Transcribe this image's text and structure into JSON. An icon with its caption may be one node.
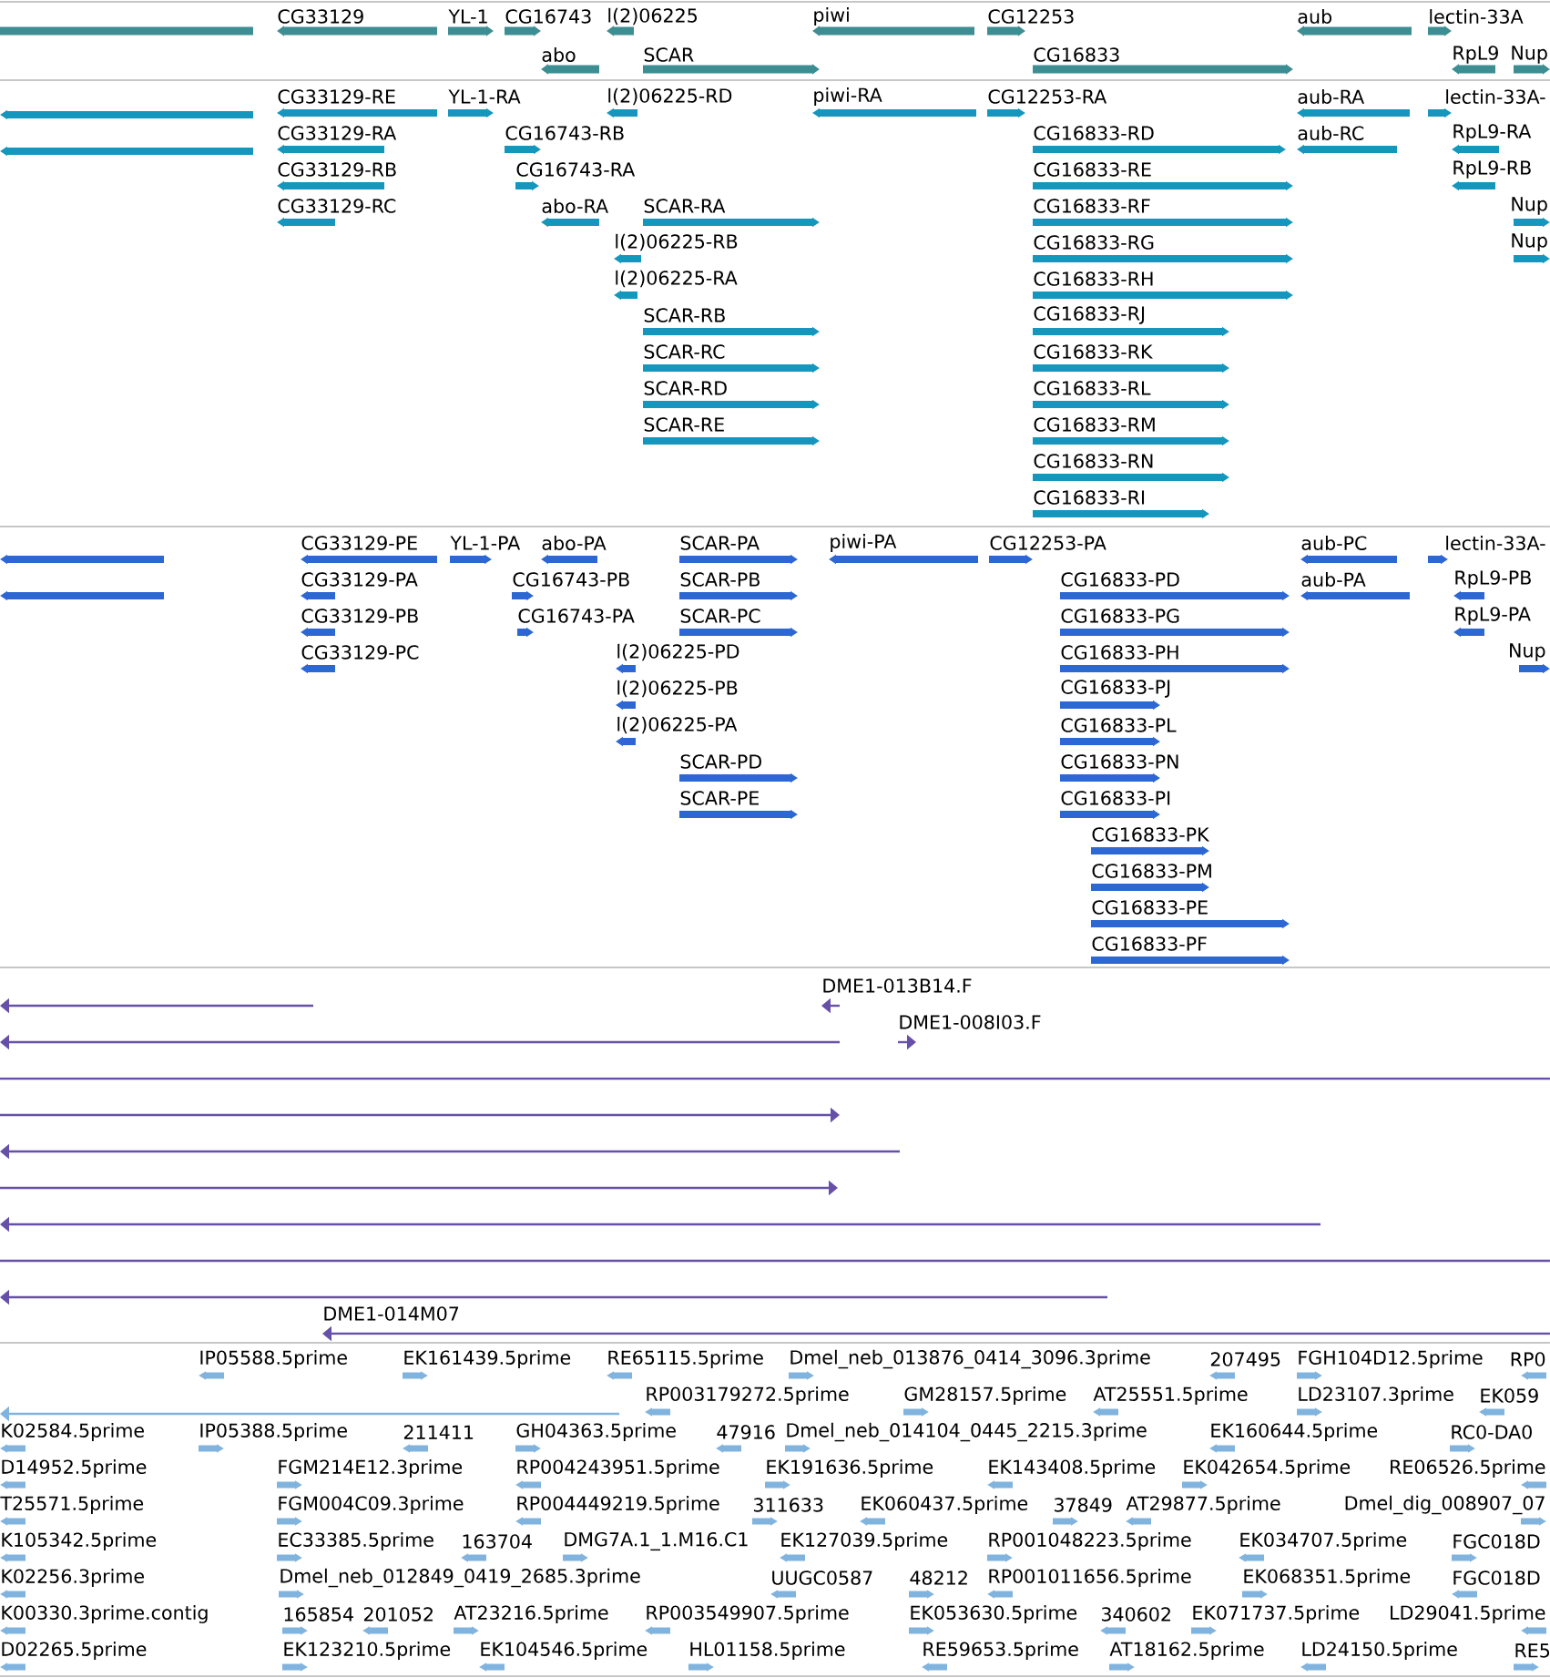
{
  "diagram": {
    "labels": [
      "CG33129",
      "YL-1",
      "CG16743",
      "l(2)06225",
      "piwi",
      "CG12253",
      "aub",
      "lectin-33A",
      "abo",
      "SCAR",
      "CG16833",
      "RpL9",
      "Nup",
      "CG33129-RE",
      "YL-1-RA",
      "l(2)06225-RD",
      "piwi-RA",
      "CG12253-RA",
      "aub-RA",
      "lectin-33A-",
      "CG33129-RA",
      "CG16743-RB",
      "CG16833-RD",
      "aub-RC",
      "RpL9-RA",
      "CG33129-RB",
      "CG16743-RA",
      "CG16833-RE",
      "RpL9-RB",
      "CG33129-RC",
      "abo-RA",
      "SCAR-RA",
      "CG16833-RF",
      "Nup",
      "l(2)06225-RB",
      "CG16833-RG",
      "Nup",
      "l(2)06225-RA",
      "CG16833-RH",
      "SCAR-RB",
      "CG16833-RJ",
      "SCAR-RC",
      "CG16833-RK",
      "SCAR-RD",
      "CG16833-RL",
      "SCAR-RE",
      "CG16833-RM",
      "CG16833-RN",
      "CG16833-RI",
      "CG33129-PE",
      "YL-1-PA",
      "abo-PA",
      "SCAR-PA",
      "piwi-PA",
      "CG12253-PA",
      "aub-PC",
      "lectin-33A-",
      "CG33129-PA",
      "CG16743-PB",
      "SCAR-PB",
      "CG16833-PD",
      "aub-PA",
      "RpL9-PB",
      "CG33129-PB",
      "CG16743-PA",
      "SCAR-PC",
      "CG16833-PG",
      "RpL9-PA",
      "CG33129-PC",
      "l(2)06225-PD",
      "CG16833-PH",
      "Nup",
      "l(2)06225-PB",
      "CG16833-PJ",
      "l(2)06225-PA",
      "CG16833-PL",
      "SCAR-PD",
      "CG16833-PN",
      "SCAR-PE",
      "CG16833-PI",
      "CG16833-PK",
      "CG16833-PM",
      "CG16833-PE",
      "CG16833-PF",
      "DME1-013B14.F",
      "DME1-008I03.F",
      "DME1-014M07",
      "IP05588.5prime",
      "EK161439.5prime",
      "RE65115.5prime",
      "Dmel_neb_013876_0414_3096.3prime",
      "207495",
      "FGH104D12.5prime",
      "RP0",
      "RP003179272.5prime",
      "GM28157.5prime",
      "AT25551.5prime",
      "LD23107.3prime",
      "EK059",
      "K02584.5prime",
      "IP05388.5prime",
      "211411",
      "GH04363.5prime",
      "47916",
      "Dmel_neb_014104_0445_2215.3prime",
      "EK160644.5prime",
      "RC0-DA0",
      "D14952.5prime",
      "FGM214E12.3prime",
      "RP004243951.5prime",
      "EK191636.5prime",
      "EK143408.5prime",
      "EK042654.5prime",
      "RE06526.5prime",
      "T25571.5prime",
      "FGM004C09.3prime",
      "RP004449219.5prime",
      "311633",
      "EK060437.5prime",
      "37849",
      "AT29877.5prime",
      "Dmel_dig_008907_07",
      "K105342.5prime",
      "EC33385.5prime",
      "163704",
      "DMG7A.1_1.M16.C1",
      "EK127039.5prime",
      "RP001048223.5prime",
      "EK034707.5prime",
      "FGC018D",
      "K02256.3prime",
      "Dmel_neb_012849_0419_2685.3prime",
      "UUGC0587",
      "48212",
      "RP001011656.5prime",
      "EK068351.5prime",
      "FGC018D",
      "K00330.3prime.contig",
      "165854",
      "201052",
      "AT23216.5prime",
      "RP003549907.5prime",
      "EK053630.5prime",
      "340602",
      "EK071737.5prime",
      "LD29041.5prime",
      "D02265.5prime",
      "EK123210.5prime",
      "EK104546.5prime",
      "HL01158.5prime",
      "RE59653.5prime",
      "AT18162.5prime",
      "LD24150.5prime",
      "RE5"
    ]
  }
}
